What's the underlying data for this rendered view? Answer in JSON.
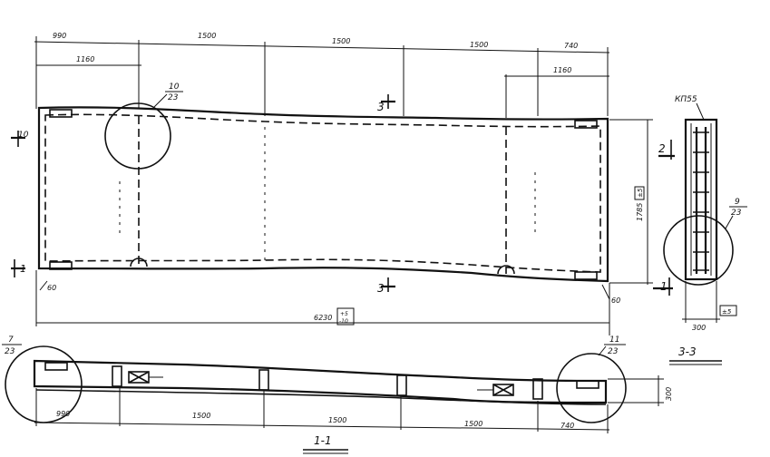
{
  "plan": {
    "dims_top": [
      "990",
      "1500",
      "1500",
      "1500",
      "740"
    ],
    "dim_left_1160": "1160",
    "dim_right_1160": "1160",
    "dim_overall": "6230",
    "dim_overall_tol_top": "+5",
    "dim_overall_tol_bottom": "-10",
    "dim_height": "1785",
    "dim_height_tol": "±5",
    "dim_corner_left": "60",
    "dim_corner_right": "60",
    "section_3_label": "3",
    "section_2_label": "2",
    "section_1_label": "1",
    "left_mark_top": "10",
    "left_mark_bottom": "1",
    "callout_10": {
      "num": "10",
      "den": "23"
    },
    "callout_9": {
      "num": "9",
      "den": "23"
    },
    "callout_7": {
      "num": "7",
      "den": "23"
    },
    "callout_11": {
      "num": "11",
      "den": "23"
    }
  },
  "section33": {
    "label": "3-3",
    "top_label": "КП55",
    "width_dim": "300",
    "tol_box": "±5"
  },
  "section11": {
    "label": "1-1",
    "dims": [
      "990",
      "1500",
      "1500",
      "1500",
      "740"
    ],
    "height_dim": "300"
  }
}
